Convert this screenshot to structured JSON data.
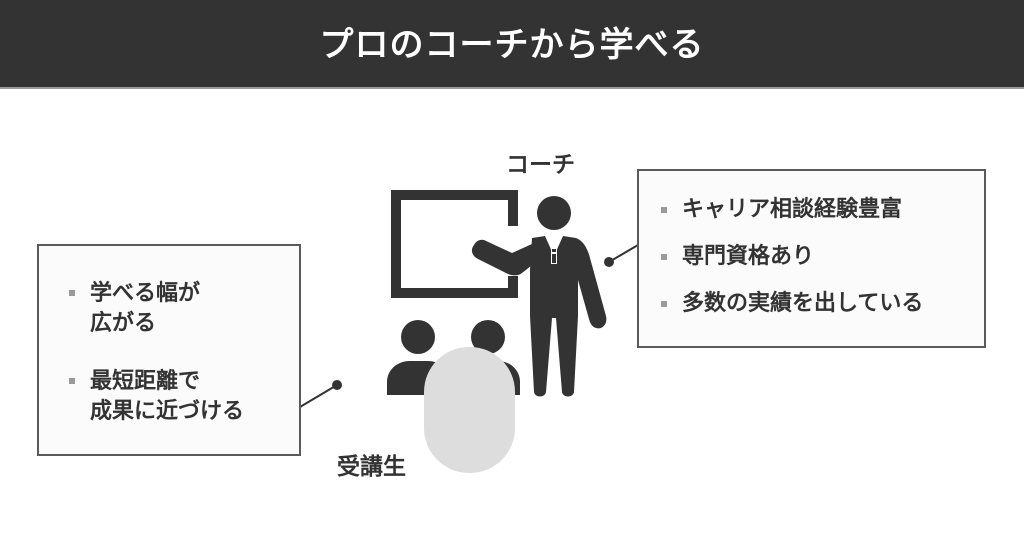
{
  "header": {
    "title": "プロのコーチから学べる",
    "background": "#333333",
    "text_color": "#ffffff"
  },
  "labels": {
    "coach": "コーチ",
    "students": "受講生"
  },
  "left_box": {
    "items": [
      {
        "lines": [
          "学べる幅が",
          "広がる"
        ]
      },
      {
        "lines": [
          "最短距離で",
          "成果に近づける"
        ]
      }
    ]
  },
  "right_box": {
    "items": [
      {
        "lines": [
          "キャリア相談経験豊富"
        ]
      },
      {
        "lines": [
          "専門資格あり"
        ]
      },
      {
        "lines": [
          "多数の実績を出している"
        ]
      }
    ]
  },
  "icons": {
    "whiteboard": "whiteboard-icon",
    "coach": "presenter-icon",
    "students": "audience-icon",
    "placeholder": "blank-person-placeholder"
  },
  "colors": {
    "icon": "#333333",
    "placeholder": "#dddddd",
    "box_border": "#5a5a5a",
    "box_fill": "#fbfbfb",
    "bullet": "#9a9a9a"
  }
}
